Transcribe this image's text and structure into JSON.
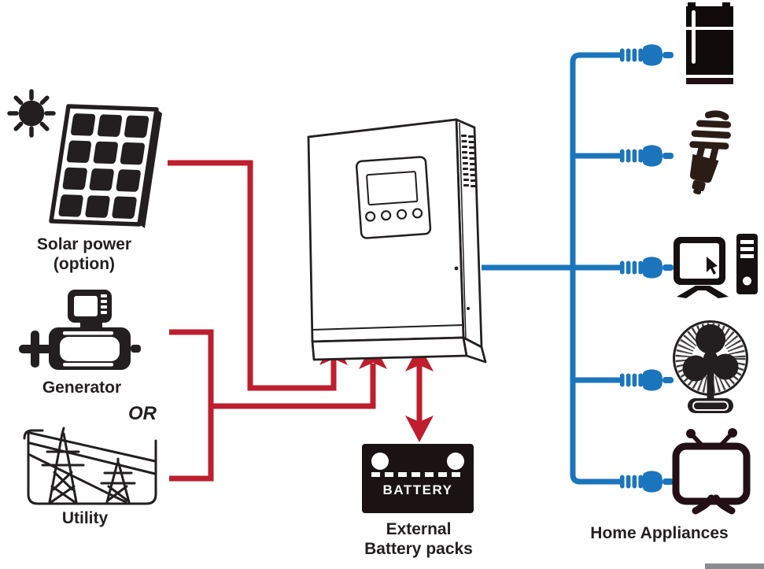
{
  "colors": {
    "ink": "#231f20",
    "source_line_red": "#be1e2d",
    "load_line_blue": "#1b75bc",
    "background": "#ffffff",
    "corner_bar_grey": "#8a8c8f"
  },
  "labels": {
    "solar": {
      "line1": "Solar power",
      "line2": "(option)"
    },
    "generator": "Generator",
    "or": "OR",
    "utility": "Utility",
    "battery_box": "BATTERY",
    "battery_caption": {
      "line1": "External",
      "line2": "Battery packs"
    },
    "appliances": "Home Appliances"
  },
  "icons": {
    "sun-icon": "black sun disc with 8 rays",
    "solar-panel-icon": "tilted 3x4 cell solar panel",
    "generator-icon": "motor with control box and shaft",
    "utility-icon": "transmission tower line art",
    "inverter-unit": "wall-mount inverter with display and vents",
    "battery-icon": "black battery block with two terminals",
    "power-plug-icon": "blue AC plug on cord (x5)",
    "refrigerator-icon": "fridge silhouette",
    "cfl-lamp-icon": "spiral compact fluorescent bulb",
    "computer-icon": "monitor with cursor and tower",
    "fan-icon": "desk fan with cage and blades",
    "tv-icon": "television with antennas",
    "power-flow-arrow": "red arrow into inverter (x2)",
    "battery-flow-arrow": "red double-headed arrow"
  }
}
